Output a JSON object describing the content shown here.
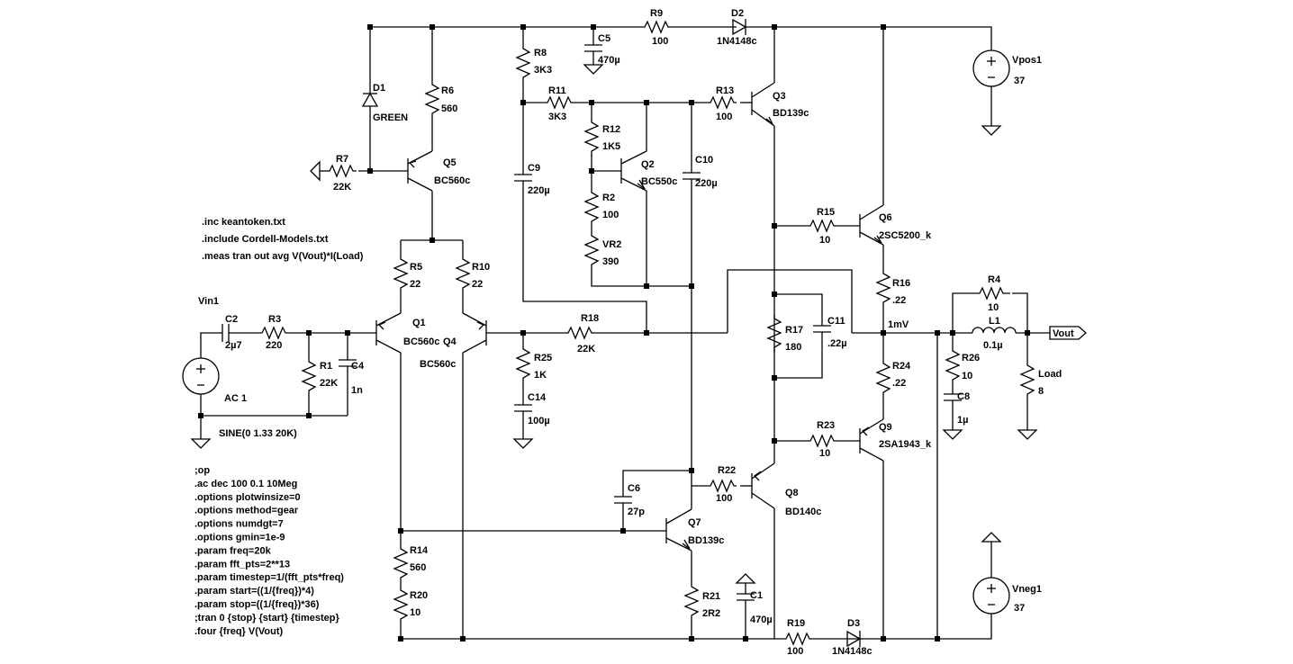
{
  "components": {
    "R9": {
      "name": "R9",
      "value": "100"
    },
    "D2": {
      "name": "D2",
      "value": "1N4148c"
    },
    "C5": {
      "name": "C5",
      "value": "470µ"
    },
    "R8": {
      "name": "R8",
      "value": "3K3"
    },
    "R11": {
      "name": "R11",
      "value": "3K3"
    },
    "R13": {
      "name": "R13",
      "value": "100"
    },
    "Q3": {
      "name": "Q3",
      "value": "BD139c"
    },
    "D1": {
      "name": "D1",
      "value": "GREEN"
    },
    "R6": {
      "name": "R6",
      "value": "560"
    },
    "R7": {
      "name": "R7",
      "value": "22K"
    },
    "Q5": {
      "name": "Q5",
      "value": "BC560c"
    },
    "R12": {
      "name": "R12",
      "value": "1K5"
    },
    "Q2": {
      "name": "Q2",
      "value": "BC550c"
    },
    "R2": {
      "name": "R2",
      "value": "100"
    },
    "VR2": {
      "name": "VR2",
      "value": "390"
    },
    "C9": {
      "name": "C9",
      "value": "220µ"
    },
    "C10": {
      "name": "C10",
      "value": "220µ"
    },
    "Vpos1": {
      "name": "Vpos1",
      "value": "37"
    },
    "R15": {
      "name": "R15",
      "value": "10"
    },
    "Q6": {
      "name": "Q6",
      "value": "2SC5200_k"
    },
    "R16": {
      "name": "R16",
      "value": ".22"
    },
    "R4": {
      "name": "R4",
      "value": "10"
    },
    "L1": {
      "name": "L1",
      "value": "0.1µ"
    },
    "R5": {
      "name": "R5",
      "value": "22"
    },
    "R10": {
      "name": "R10",
      "value": "22"
    },
    "Q1": {
      "name": "Q1",
      "value": "BC560c"
    },
    "Q4": {
      "name": "Q4",
      "value": "BC560c"
    },
    "R18": {
      "name": "R18",
      "value": "22K"
    },
    "R17": {
      "name": "R17",
      "value": "180"
    },
    "C11": {
      "name": "C11",
      "value": ".22µ"
    },
    "Vin1": {
      "name": "Vin1",
      "value": "AC 1"
    },
    "C2": {
      "name": "C2",
      "value": "2µ7"
    },
    "R3": {
      "name": "R3",
      "value": "220"
    },
    "R1": {
      "name": "R1",
      "value": "22K"
    },
    "C4": {
      "name": "C4",
      "value": "1n"
    },
    "R25": {
      "name": "R25",
      "value": "1K"
    },
    "C14": {
      "name": "C14",
      "value": "100µ"
    },
    "R24": {
      "name": "R24",
      "value": ".22"
    },
    "R26": {
      "name": "R26",
      "value": "10"
    },
    "C8": {
      "name": "C8",
      "value": "1µ"
    },
    "Load": {
      "name": "Load",
      "value": "8"
    },
    "R23": {
      "name": "R23",
      "value": "10"
    },
    "Q9": {
      "name": "Q9",
      "value": "2SA1943_k"
    },
    "R22": {
      "name": "R22",
      "value": "100"
    },
    "Q8": {
      "name": "Q8",
      "value": "BD140c"
    },
    "C6": {
      "name": "C6",
      "value": "27p"
    },
    "Q7": {
      "name": "Q7",
      "value": "BD139c"
    },
    "R14": {
      "name": "R14",
      "value": "560"
    },
    "R20": {
      "name": "R20",
      "value": "10"
    },
    "R21": {
      "name": "R21",
      "value": "2R2"
    },
    "C1": {
      "name": "C1",
      "value": "470µ"
    },
    "R19": {
      "name": "R19",
      "value": "100"
    },
    "D3": {
      "name": "D3",
      "value": "1N4148c"
    },
    "Vneg1": {
      "name": "Vneg1",
      "value": "37"
    }
  },
  "labels": {
    "vout": "Vout",
    "mv": "1mV",
    "sine": "SINE(0 1.33 20K)"
  },
  "directives_top": [
    ".inc keantoken.txt",
    ".include Cordell-Models.txt",
    ".meas tran out avg V(Vout)*I(Load)"
  ],
  "directives_bottom": [
    ";op",
    ".ac dec 100 0.1 10Meg",
    ".options plotwinsize=0",
    ".options method=gear",
    ".options numdgt=7",
    ".options gmin=1e-9",
    ".param freq=20k",
    ".param fft_pts=2**13",
    ".param timestep=1/(fft_pts*freq)",
    ".param start=((1/{freq})*4)",
    ".param stop=((1/{freq})*36)",
    ";tran 0 {stop} {start} {timestep}",
    ".four {freq} V(Vout)"
  ],
  "colors": {
    "ink": "#000000",
    "background": "#ffffff",
    "directive": "#000000"
  }
}
